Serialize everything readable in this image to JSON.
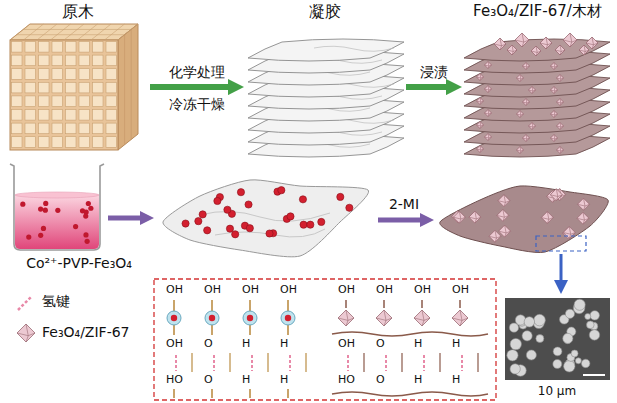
{
  "diagram": {
    "nodes": [
      {
        "text": [
          "原木"
        ]
      },
      {
        "text": [
          "凝胶"
        ]
      },
      {
        "text": [
          "Fe₃O₄/ZIF-67/木材"
        ]
      },
      {
        "text": [
          "Co²⁺-PVP-Fe₃O₄"
        ]
      },
      {
        "text": [
          "10 μm"
        ]
      }
    ],
    "edges": [
      {
        "from": 0,
        "to": 1,
        "arrow": "to",
        "label": "化学处理"
      },
      {
        "from": 1,
        "to": 2,
        "arrow": "to",
        "label": "浸渍"
      }
    ],
    "labels": [
      "冷冻干燥",
      "2-MI",
      "OH",
      "OH",
      "OH",
      "OH",
      "OH",
      "O",
      "H",
      "H",
      "HO",
      "O",
      "H",
      "H",
      "OH",
      "OH",
      "OH",
      "OH",
      "OH",
      "O",
      "H",
      "H",
      "HO",
      "O",
      "H",
      "H"
    ],
    "legend": [
      {
        "text": "氢键"
      },
      {
        "text": "Fe₃O₄/ZIF-67"
      }
    ]
  }
}
